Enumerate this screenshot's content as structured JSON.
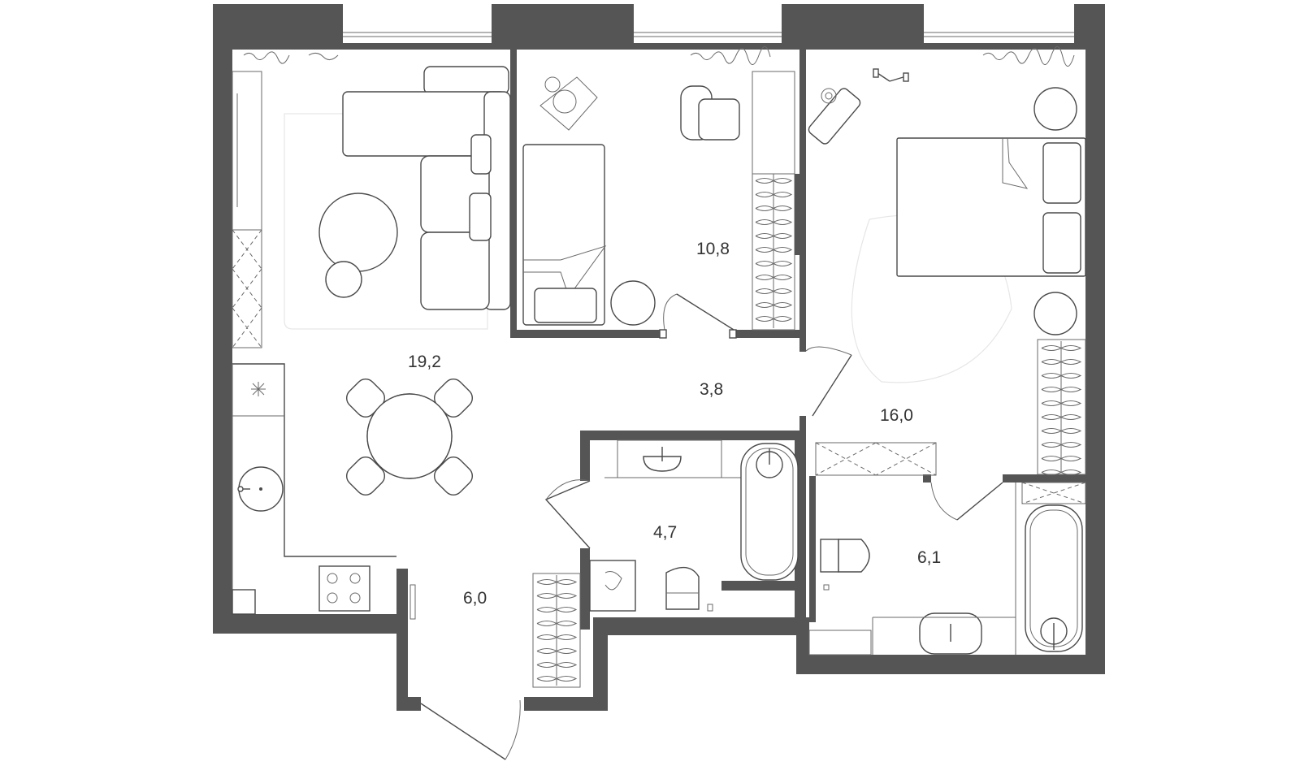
{
  "plan_title": "",
  "rooms": [
    {
      "id": "living-kitchen",
      "area": "19,2"
    },
    {
      "id": "bedroom-small",
      "area": "10,8"
    },
    {
      "id": "corridor",
      "area": "3,8"
    },
    {
      "id": "bedroom-master",
      "area": "16,0"
    },
    {
      "id": "bathroom-1",
      "area": "4,7"
    },
    {
      "id": "hall",
      "area": "6,0"
    },
    {
      "id": "bathroom-2",
      "area": "6,1"
    }
  ],
  "colors": {
    "wall": "#555555",
    "line": "#4a4a4a",
    "background": "#ffffff"
  }
}
